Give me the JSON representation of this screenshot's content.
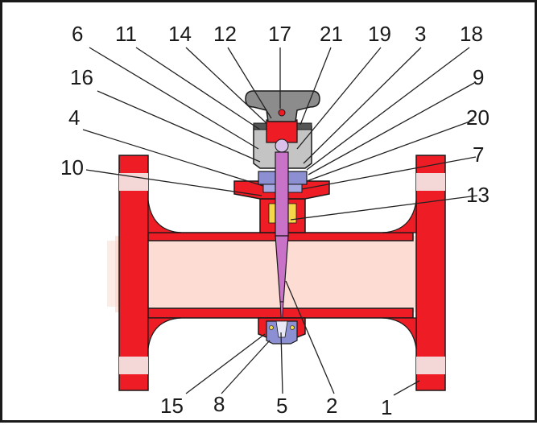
{
  "colors": {
    "body_red": "#ee1c25",
    "bore_pink": "#fde4dc",
    "stem_purple": "#c873c8",
    "flange_hole_light": "#f4d8d8",
    "handle_gray": "#8c8c8c",
    "bonnet_gray": "#c4c4c4",
    "seal_blue": "#8c8fd1",
    "packing_yellow": "#f5d84a",
    "outline": "#1a1a1a"
  },
  "callouts": {
    "c1": "1",
    "c2": "2",
    "c3": "3",
    "c4": "4",
    "c5": "5",
    "c6": "6",
    "c7": "7",
    "c8": "8",
    "c9": "9",
    "c10": "10",
    "c11": "11",
    "c12": "12",
    "c13": "13",
    "c14": "14",
    "c15": "15",
    "c16": "16",
    "c17": "17",
    "c18": "18",
    "c19": "19",
    "c20": "20",
    "c21": "21"
  }
}
